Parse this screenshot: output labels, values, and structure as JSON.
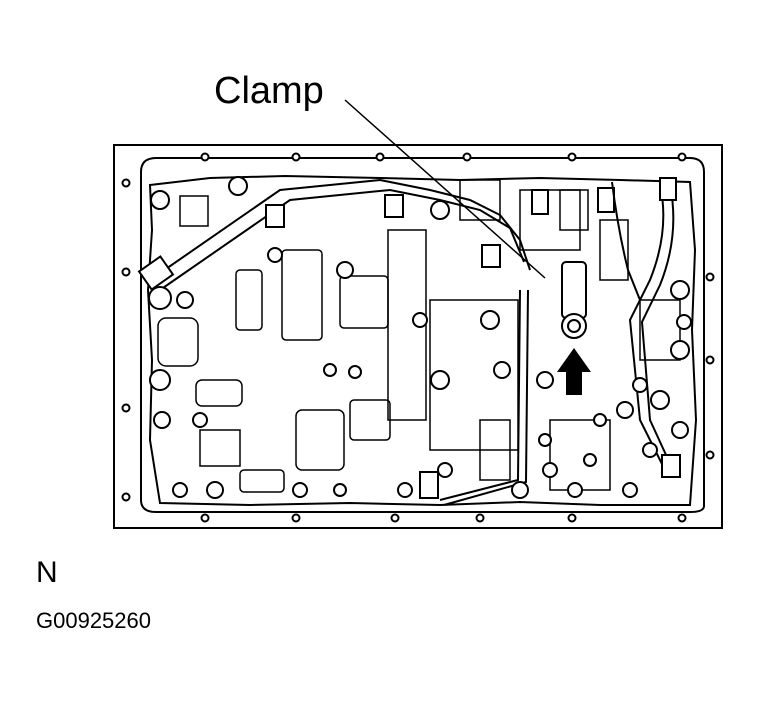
{
  "labels": {
    "callout": "Clamp",
    "view": "N",
    "figure_code": "G00925260"
  },
  "colors": {
    "line": "#000000",
    "background": "#ffffff"
  }
}
